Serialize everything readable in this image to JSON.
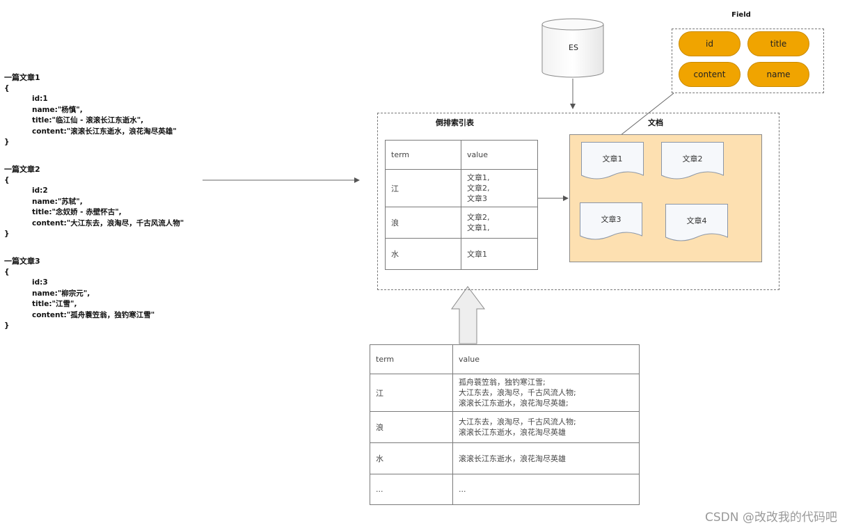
{
  "articles": [
    {
      "title": "一篇文章1",
      "open": "{",
      "fields": [
        "id:1",
        "name:\"杨慎\",",
        "title:\"临江仙 - 滚滚长江东逝水\",",
        "content:\"滚滚长江东逝水，浪花淘尽英雄\""
      ],
      "close": "}"
    },
    {
      "title": "一篇文章2",
      "open": "{",
      "fields": [
        "id:2",
        "name:\"苏轼\",",
        "title:\"念奴娇 - 赤壁怀古\",",
        "content:\"大江东去，浪淘尽，千古风流人物\""
      ],
      "close": "}"
    },
    {
      "title": "一篇文章3",
      "open": "{",
      "fields": [
        "id:3",
        "name:\"柳宗元\",",
        "title:\"江雪\",",
        "content:\"孤舟蓑笠翁，独钓寒江雪\""
      ],
      "close": "}"
    }
  ],
  "es": {
    "label": "ES"
  },
  "field_box": {
    "title": "Field",
    "pills": [
      "id",
      "title",
      "content",
      "name"
    ]
  },
  "inverted_index": {
    "title": "倒排索引表",
    "headers": [
      "term",
      "value"
    ],
    "rows": [
      {
        "term": "江",
        "value": "文章1,\n文章2,\n文章3"
      },
      {
        "term": "浪",
        "value": "文章2,\n文章1,"
      },
      {
        "term": "水",
        "value": "文章1"
      }
    ]
  },
  "documents": {
    "title": "文档",
    "items": [
      "文章1",
      "文章2",
      "文章3",
      "文章4"
    ]
  },
  "bottom_table": {
    "headers": [
      "term",
      "value"
    ],
    "rows": [
      {
        "term": "江",
        "value": "孤舟蓑笠翁，独钓寒江雪;\n大江东去，浪淘尽，千古风流人物;\n滚滚长江东逝水，浪花淘尽英雄;"
      },
      {
        "term": "浪",
        "value": "大江东去，浪淘尽，千古风流人物;\n滚滚长江东逝水，浪花淘尽英雄"
      },
      {
        "term": "水",
        "value": "滚滚长江东逝水，浪花淘尽英雄"
      },
      {
        "term": "...",
        "value": "..."
      }
    ]
  },
  "watermark": "CSDN @改改我的代码吧",
  "colors": {
    "pill": "#f0a400",
    "docs_panel": "#fde0b1"
  }
}
